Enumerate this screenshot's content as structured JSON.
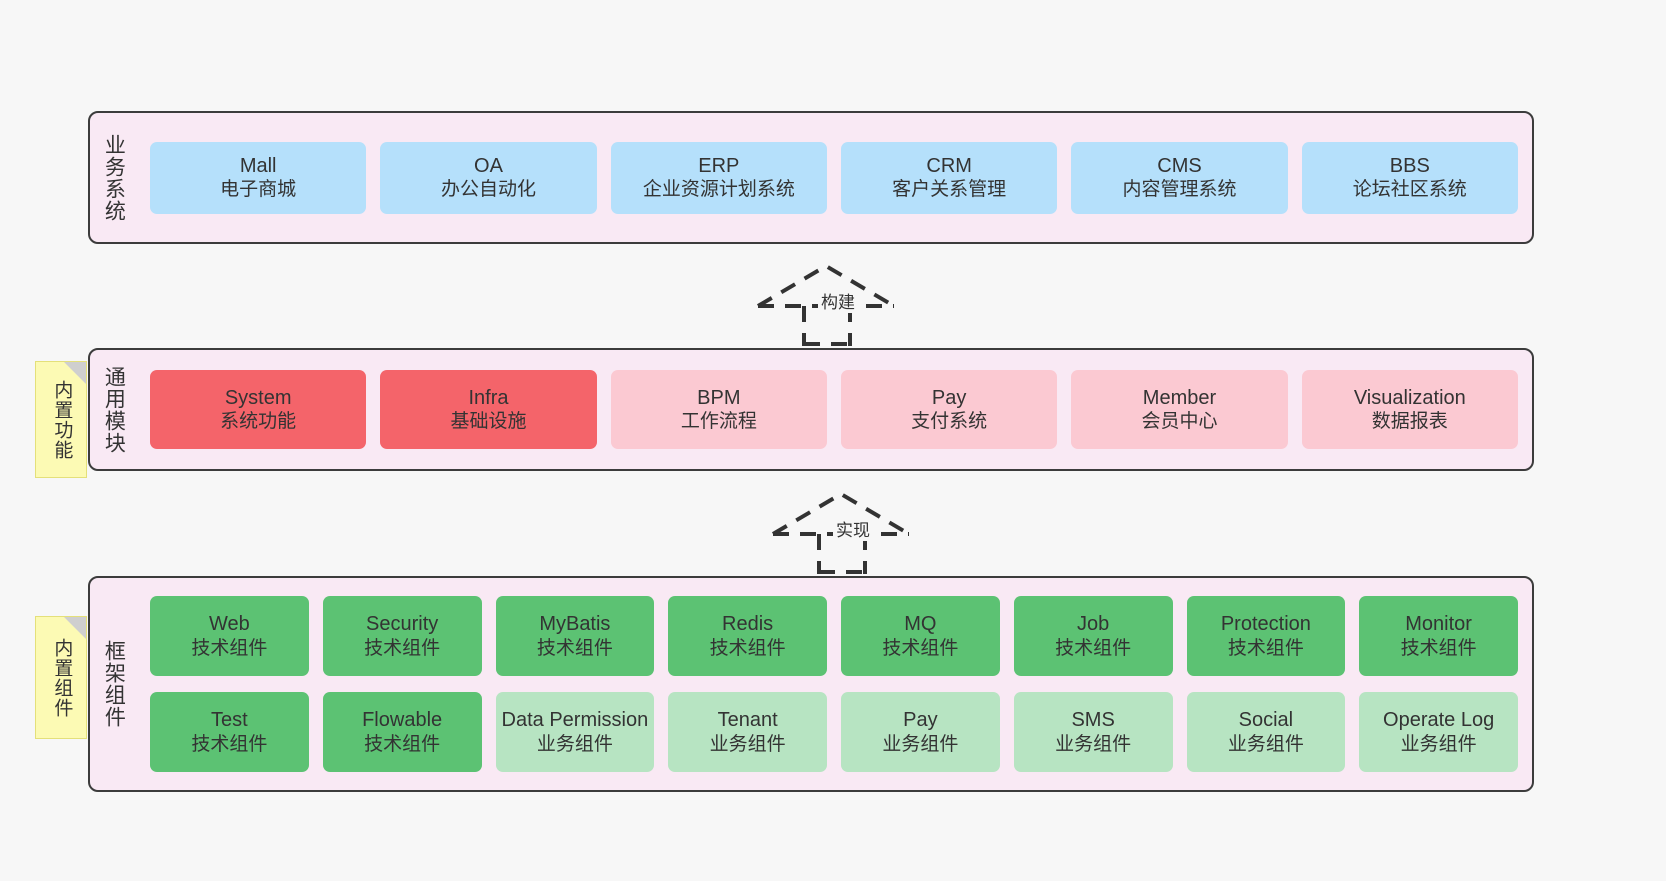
{
  "diagram": {
    "background_color": "#f7f7f7",
    "layer_fill": "#f9e9f4",
    "layer_border": "#3c3c3c",
    "note_fill": "#fcfab4"
  },
  "notes": [
    {
      "name": "built-in-features",
      "label": "内置功能"
    },
    {
      "name": "built-in-components",
      "label": "内置组件"
    }
  ],
  "connectors": [
    {
      "name": "build",
      "label": "构建",
      "style": "dashed-hollow-triangle-up"
    },
    {
      "name": "implement",
      "label": "实现",
      "style": "dashed-hollow-triangle-up"
    }
  ],
  "layers": {
    "business": {
      "title": "业务系统",
      "color": "#b5e0fb",
      "cards": [
        {
          "name": "Mall",
          "desc": "电子商城"
        },
        {
          "name": "OA",
          "desc": "办公自动化"
        },
        {
          "name": "ERP",
          "desc": "企业资源计划系统"
        },
        {
          "name": "CRM",
          "desc": "客户关系管理"
        },
        {
          "name": "CMS",
          "desc": "内容管理系统"
        },
        {
          "name": "BBS",
          "desc": "论坛社区系统"
        }
      ]
    },
    "common": {
      "title": "通用模块",
      "cards": [
        {
          "name": "System",
          "desc": "系统功能",
          "tone": "red",
          "color": "#f4646a"
        },
        {
          "name": "Infra",
          "desc": "基础设施",
          "tone": "red",
          "color": "#f4646a"
        },
        {
          "name": "BPM",
          "desc": "工作流程",
          "tone": "pink",
          "color": "#fbc9d2"
        },
        {
          "name": "Pay",
          "desc": "支付系统",
          "tone": "pink",
          "color": "#fbc9d2"
        },
        {
          "name": "Member",
          "desc": "会员中心",
          "tone": "pink",
          "color": "#fbc9d2"
        },
        {
          "name": "Visualization",
          "desc": "数据报表",
          "tone": "pink",
          "color": "#fbc9d2"
        }
      ]
    },
    "framework": {
      "title": "框架组件",
      "rows": [
        [
          {
            "name": "Web",
            "desc": "技术组件",
            "tone": "green",
            "color": "#5cc273"
          },
          {
            "name": "Security",
            "desc": "技术组件",
            "tone": "green",
            "color": "#5cc273"
          },
          {
            "name": "MyBatis",
            "desc": "技术组件",
            "tone": "green",
            "color": "#5cc273"
          },
          {
            "name": "Redis",
            "desc": "技术组件",
            "tone": "green",
            "color": "#5cc273"
          },
          {
            "name": "MQ",
            "desc": "技术组件",
            "tone": "green",
            "color": "#5cc273"
          },
          {
            "name": "Job",
            "desc": "技术组件",
            "tone": "green",
            "color": "#5cc273"
          },
          {
            "name": "Protection",
            "desc": "技术组件",
            "tone": "green",
            "color": "#5cc273"
          },
          {
            "name": "Monitor",
            "desc": "技术组件",
            "tone": "green",
            "color": "#5cc273"
          }
        ],
        [
          {
            "name": "Test",
            "desc": "技术组件",
            "tone": "green",
            "color": "#5cc273"
          },
          {
            "name": "Flowable",
            "desc": "技术组件",
            "tone": "green",
            "color": "#5cc273"
          },
          {
            "name": "Data Permission",
            "desc": "业务组件",
            "tone": "lightgreen",
            "color": "#b7e4c2"
          },
          {
            "name": "Tenant",
            "desc": "业务组件",
            "tone": "lightgreen",
            "color": "#b7e4c2"
          },
          {
            "name": "Pay",
            "desc": "业务组件",
            "tone": "lightgreen",
            "color": "#b7e4c2"
          },
          {
            "name": "SMS",
            "desc": "业务组件",
            "tone": "lightgreen",
            "color": "#b7e4c2"
          },
          {
            "name": "Social",
            "desc": "业务组件",
            "tone": "lightgreen",
            "color": "#b7e4c2"
          },
          {
            "name": "Operate Log",
            "desc": "业务组件",
            "tone": "lightgreen",
            "color": "#b7e4c2"
          }
        ]
      ]
    }
  }
}
